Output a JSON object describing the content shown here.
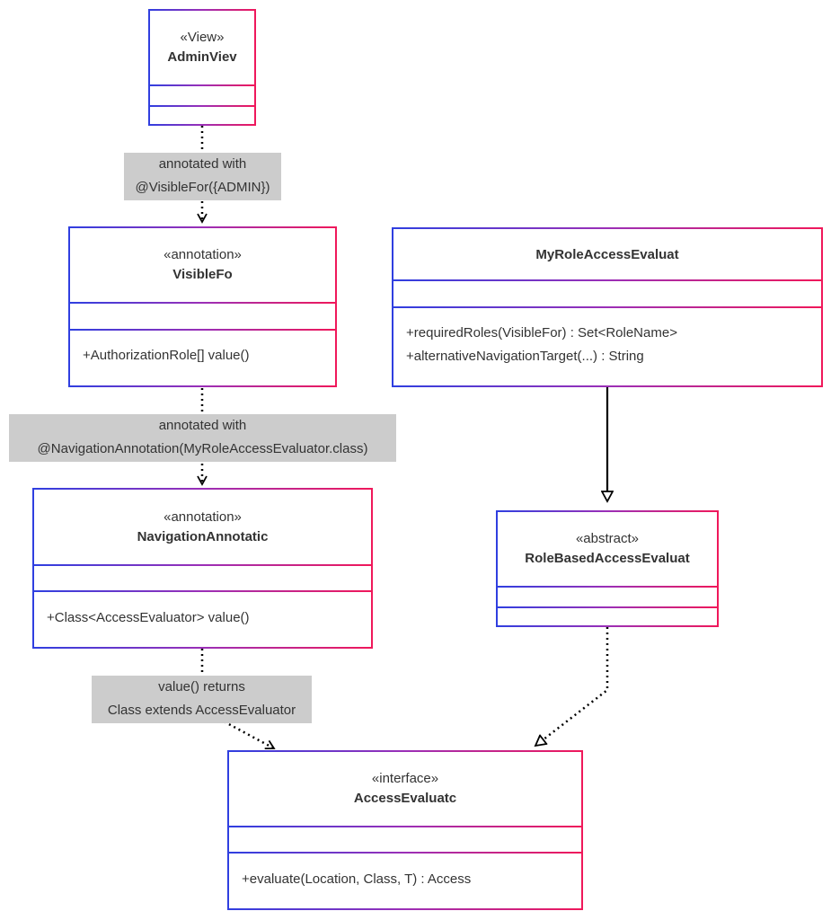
{
  "classes": {
    "admin_view": {
      "stereotype": "«View»",
      "name": "AdminViev",
      "members": []
    },
    "visible_for": {
      "stereotype": "«annotation»",
      "name": "VisibleFo",
      "members": [
        "+AuthorizationRole[] value()"
      ]
    },
    "my_role_access_evaluator": {
      "stereotype": "",
      "name": "MyRoleAccessEvaluat",
      "members": [
        "+requiredRoles(VisibleFor) : Set<RoleName>",
        "+alternativeNavigationTarget(...) : String"
      ]
    },
    "navigation_annotation": {
      "stereotype": "«annotation»",
      "name": "NavigationAnnotatic",
      "members": [
        "+Class<AccessEvaluator> value()"
      ]
    },
    "role_based_access_evaluator": {
      "stereotype": "«abstract»",
      "name": "RoleBasedAccessEvaluat",
      "members": []
    },
    "access_evaluator": {
      "stereotype": "«interface»",
      "name": "AccessEvaluatc",
      "members": [
        "+evaluate(Location, Class, T) : Access"
      ]
    }
  },
  "edge_labels": {
    "admin_to_visiblefor": [
      "annotated with",
      "@VisibleFor({ADMIN})"
    ],
    "visiblefor_to_navigation": [
      "annotated with",
      "@NavigationAnnotation(MyRoleAccessEvaluator.class)"
    ],
    "navigation_to_access": [
      "value() returns",
      "Class extends AccessEvaluator"
    ]
  },
  "colors": {
    "border_start": "#2f3fe0",
    "border_mid": "#9b2fb7",
    "border_end": "#f0185a",
    "label_bg": "#cccccc",
    "text": "#333333",
    "line": "#000000"
  }
}
